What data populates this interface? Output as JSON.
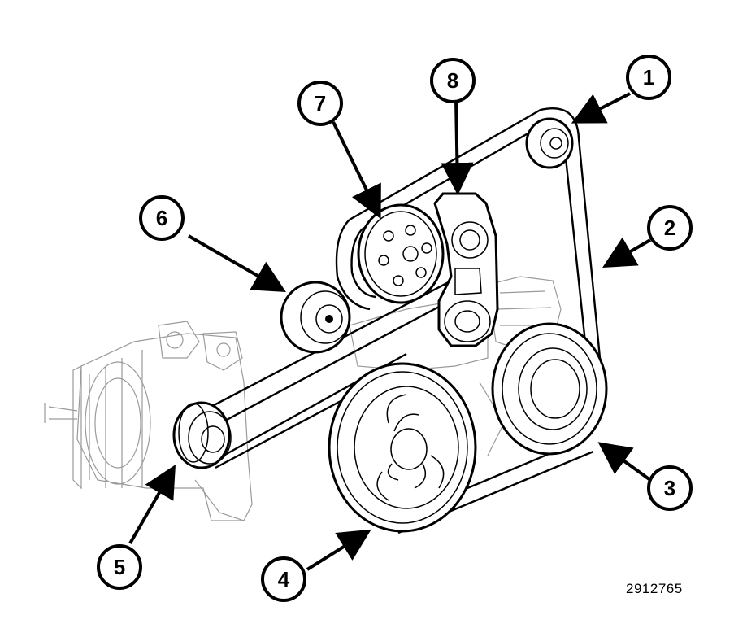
{
  "figure_id": "2912765",
  "callouts": [
    {
      "id": "1",
      "label": "1"
    },
    {
      "id": "2",
      "label": "2"
    },
    {
      "id": "3",
      "label": "3"
    },
    {
      "id": "4",
      "label": "4"
    },
    {
      "id": "5",
      "label": "5"
    },
    {
      "id": "6",
      "label": "6"
    },
    {
      "id": "7",
      "label": "7"
    },
    {
      "id": "8",
      "label": "8"
    }
  ]
}
